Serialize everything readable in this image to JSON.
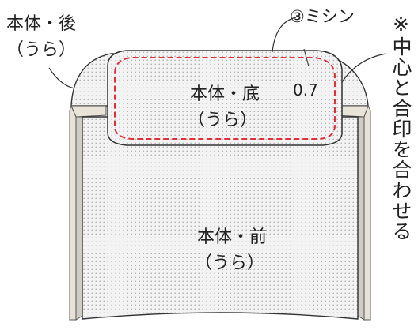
{
  "labels": {
    "back": "本体・後",
    "back_sub": "（うら）",
    "bottom": "本体・底",
    "bottom_sub": "（うら）",
    "front": "本体・前",
    "front_sub": "（うら）",
    "sewing": "③ミシン",
    "allowance": "0.7",
    "note": "※中心と合印を合わせる"
  },
  "colors": {
    "fabric": "#f2f2f2",
    "dots": "#aaaaaa",
    "outline": "#333333",
    "stitch": "#e0313a",
    "tape": "#e4e1d3",
    "tape_shadow": "#c8c6bf"
  }
}
